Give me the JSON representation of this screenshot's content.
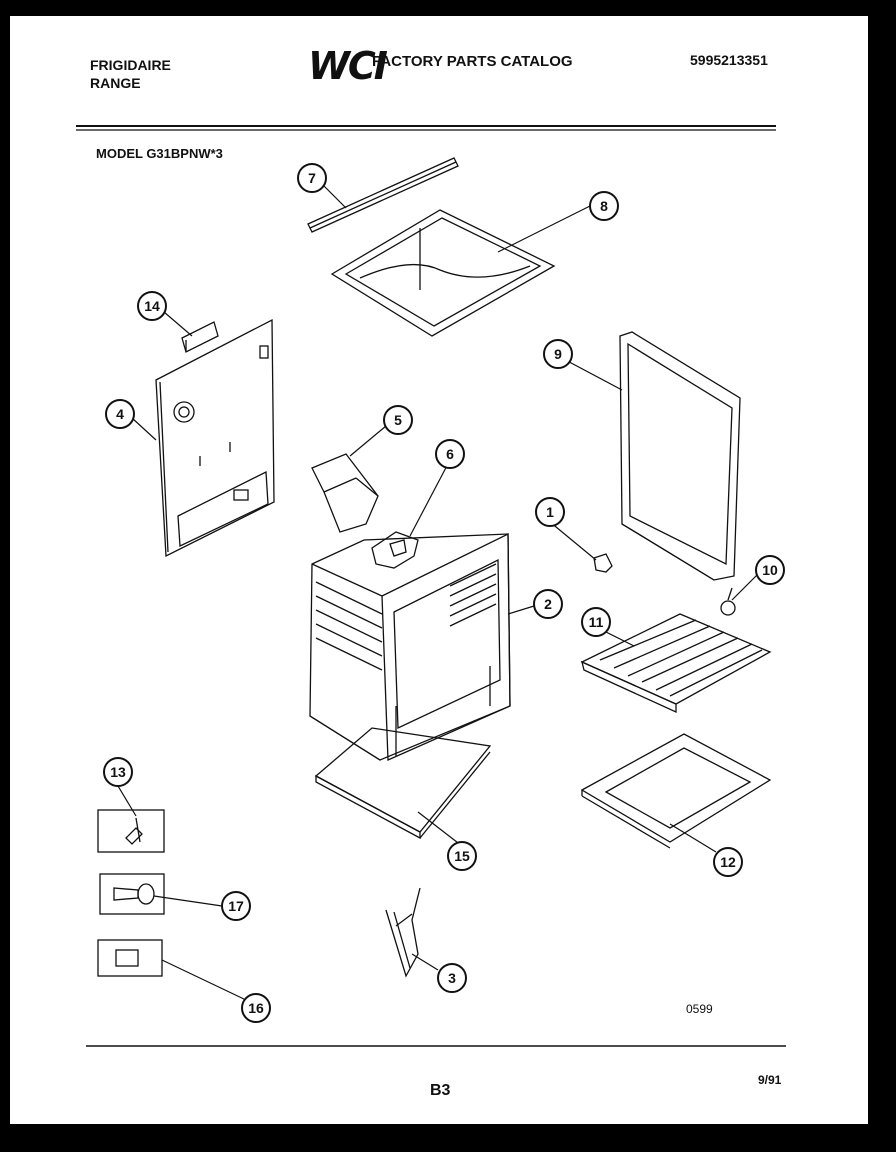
{
  "header": {
    "brand_line1": "FRIGIDAIRE",
    "brand_line2": "RANGE",
    "logo": "WCI",
    "catalog_title": "FACTORY PARTS CATALOG",
    "catalog_number": "5995213351"
  },
  "model": "MODEL G31BPNW*3",
  "diagram": {
    "callouts": [
      "7",
      "8",
      "14",
      "9",
      "4",
      "5",
      "6",
      "1",
      "10",
      "2",
      "11",
      "13",
      "15",
      "12",
      "17",
      "3",
      "16"
    ],
    "code": "0599"
  },
  "footer": {
    "page": "B3",
    "date": "9/91"
  }
}
